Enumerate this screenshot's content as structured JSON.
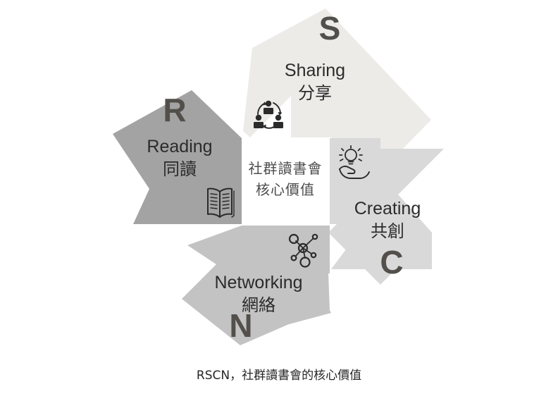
{
  "figure": {
    "title": "RSCN core values diagram",
    "caption": "RSCN，社群讀書會的核心價值",
    "background_color": "#ffffff"
  },
  "center": {
    "name": "core-center-box",
    "line1": "社群讀書會",
    "line2": "核心價值",
    "fill_color": "#ffffff",
    "text_color": "#4d4d4d"
  },
  "segments": [
    {
      "key": "reading",
      "letter": "R",
      "label_en": "Reading",
      "label_zh": "同讀",
      "fill_color": "#a3a3a3",
      "letter_color": "#53504c",
      "icon": "open-book-icon",
      "position": "left"
    },
    {
      "key": "sharing",
      "letter": "S",
      "label_en": "Sharing",
      "label_zh": "分享",
      "fill_color": "#ecebe8",
      "letter_color": "#53504c",
      "icon": "people-network-sharing-icon",
      "position": "top"
    },
    {
      "key": "creating",
      "letter": "C",
      "label_en": "Creating",
      "label_zh": "共創",
      "fill_color": "#d9d9d9",
      "letter_color": "#53504c",
      "icon": "lightbulb-on-hand-icon",
      "position": "right"
    },
    {
      "key": "networking",
      "letter": "N",
      "label_en": "Networking",
      "label_zh": "網絡",
      "fill_color": "#c3c3c3",
      "letter_color": "#53504c",
      "icon": "node-graph-icon",
      "position": "bottom"
    }
  ]
}
